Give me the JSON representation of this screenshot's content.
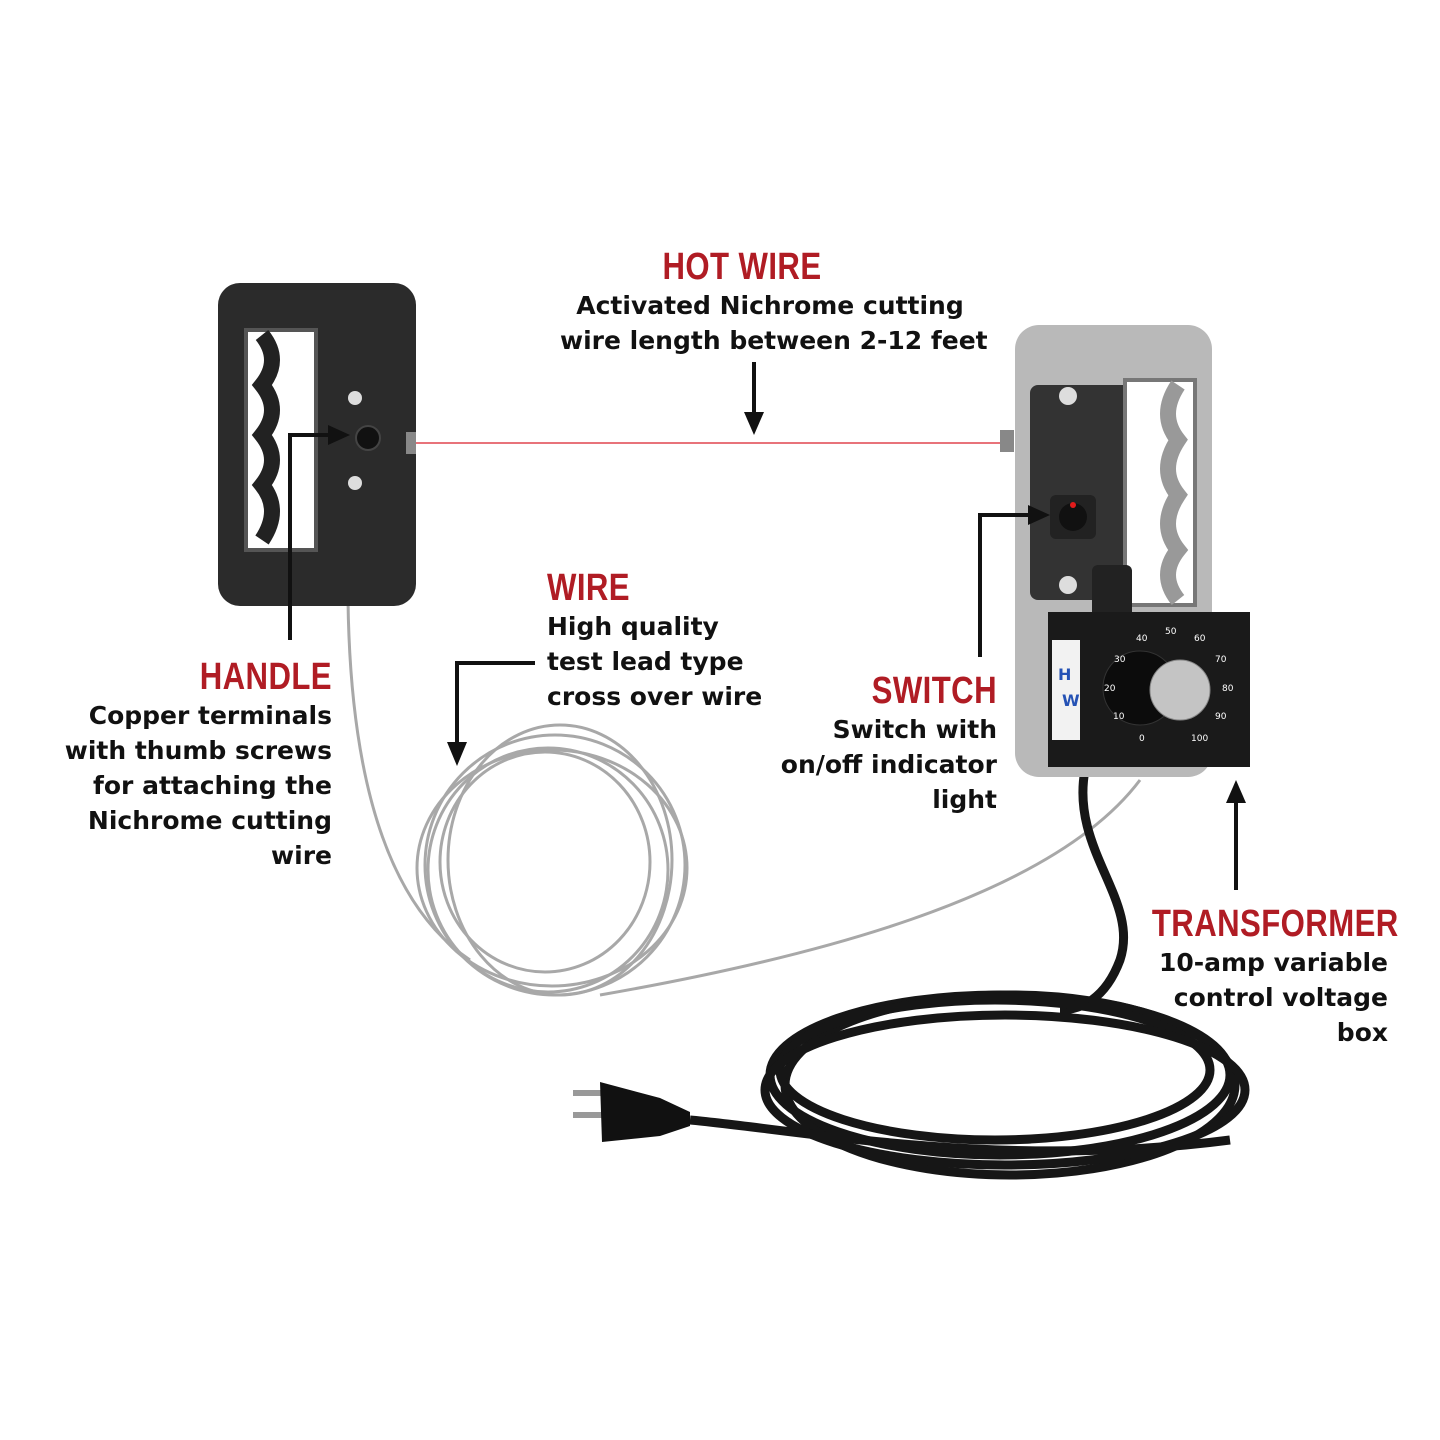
{
  "colors": {
    "accent": "#b01c24",
    "text": "#111111",
    "hot_wire": "#e0454f"
  },
  "callouts": {
    "hot_wire": {
      "heading": "HOT WIRE",
      "lines": [
        "Activated Nichrome cutting",
        "wire length between 2-12 feet"
      ]
    },
    "handle": {
      "heading": "HANDLE",
      "lines": [
        "Copper terminals",
        "with thumb screws",
        "for attaching the",
        "Nichrome cutting",
        "wire"
      ]
    },
    "wire": {
      "heading": "WIRE",
      "lines": [
        "High quality",
        "test lead type",
        "cross over wire"
      ]
    },
    "switch": {
      "heading": "SWITCH",
      "lines": [
        "Switch with",
        "on/off indicator",
        "light"
      ]
    },
    "transformer": {
      "heading": "TRANSFORMER",
      "lines": [
        "10-amp variable",
        "control voltage",
        "box"
      ]
    }
  },
  "dial": {
    "labels": [
      "0",
      "10",
      "20",
      "30",
      "40",
      "50",
      "60",
      "70",
      "80",
      "90",
      "100"
    ]
  }
}
